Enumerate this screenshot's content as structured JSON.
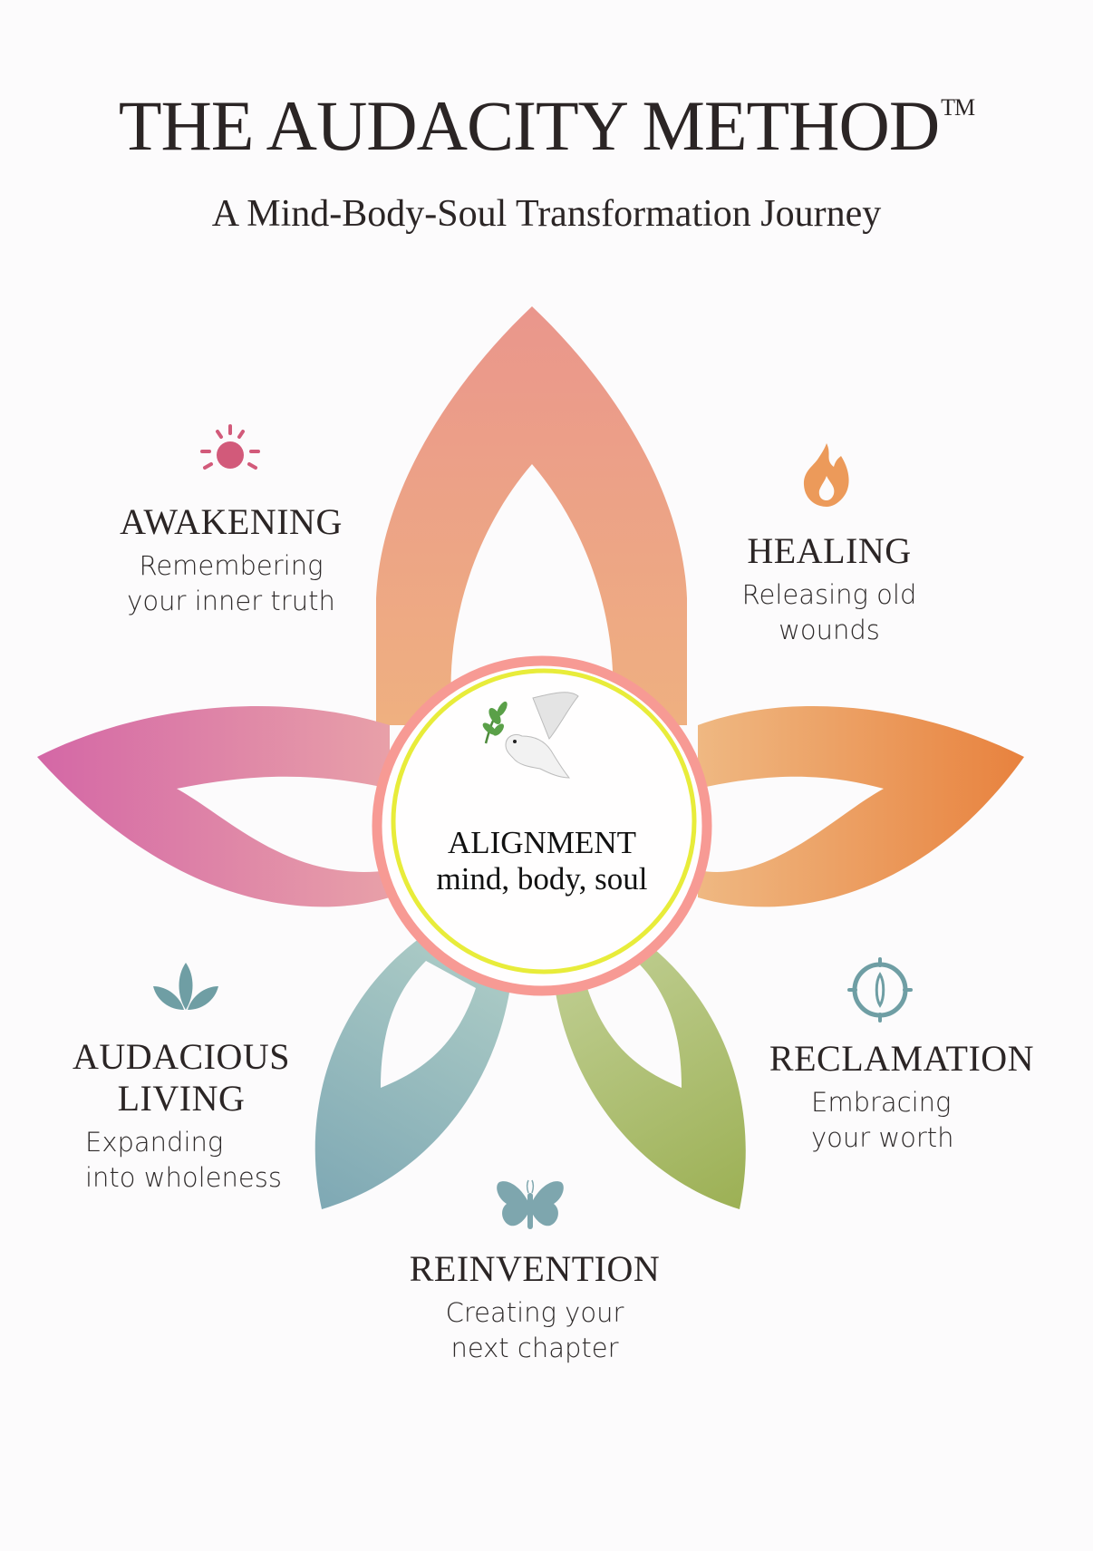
{
  "header": {
    "title": "THE AUDACITY METHOD",
    "trademark": "TM",
    "subtitle": "A Mind-Body-Soul Transformation Journey"
  },
  "center": {
    "title": "ALIGNMENT",
    "subtitle": "mind, body, soul",
    "icon": "dove-with-olive-branch-icon",
    "ring_colors": {
      "outer": "#f79a94",
      "inner": "#e8ec3a"
    }
  },
  "stages": [
    {
      "name": "AWAKENING",
      "desc_line1": "Remembering",
      "desc_line2": "your inner truth",
      "icon": "sun-icon",
      "icon_color": "#d25a7a",
      "petal_color": "#ec9a8c"
    },
    {
      "name": "HEALING",
      "desc_line1": "Releasing old",
      "desc_line2": "wounds",
      "icon": "flame-icon",
      "icon_color": "#ec9a5a",
      "petal_color": "#e8864a"
    },
    {
      "name": "RECLAMATION",
      "desc_line1": "Embracing",
      "desc_line2": "your worth",
      "icon": "compass-icon",
      "icon_color": "#6f9ea4",
      "petal_color": "#a4b868"
    },
    {
      "name": "REINVENTION",
      "desc_line1": "Creating your",
      "desc_line2": "next chapter",
      "icon": "butterfly-icon",
      "icon_color": "#7ea6ae",
      "petal_color": "#8fb6bc"
    },
    {
      "name": "AUDACIOUS",
      "name_line2": "LIVING",
      "desc_line1": "Expanding",
      "desc_line2": "into wholeness",
      "icon": "lotus-leaves-icon",
      "icon_color": "#6f9ea4",
      "petal_color": "#d26ea8"
    }
  ]
}
